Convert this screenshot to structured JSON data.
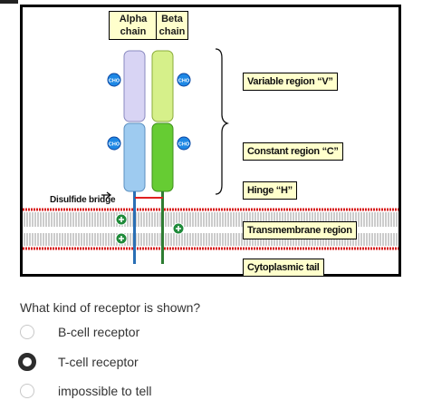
{
  "figure": {
    "alpha_chain_label": "Alpha chain",
    "beta_chain_label": "Beta chain",
    "cho_label": "CHO",
    "disulfide_label": "Disulfide bridge",
    "regions": [
      "Variable region “V”",
      "Constant region “C”",
      "Hinge “H”",
      "Transmembrane region",
      "Cytoplasmic tail"
    ],
    "colors": {
      "alpha_variable": "#d8d4f4",
      "beta_variable": "#d6f08a",
      "alpha_constant": "#9ecbf0",
      "beta_constant": "#66cc33",
      "alpha_tail": "#2a6fb5",
      "beta_tail": "#2e7d32",
      "membrane": "#d81b1b",
      "disulfide": "#e02020",
      "cho_badge": "#1e88e5",
      "charge_badge": "#1f8a3a",
      "label_fill": "#ffffcc"
    }
  },
  "quiz": {
    "question": "What kind of receptor is shown?",
    "options": [
      {
        "label": "B-cell receptor",
        "selected": false
      },
      {
        "label": "T-cell receptor",
        "selected": true
      },
      {
        "label": "impossible to tell",
        "selected": false
      }
    ]
  }
}
